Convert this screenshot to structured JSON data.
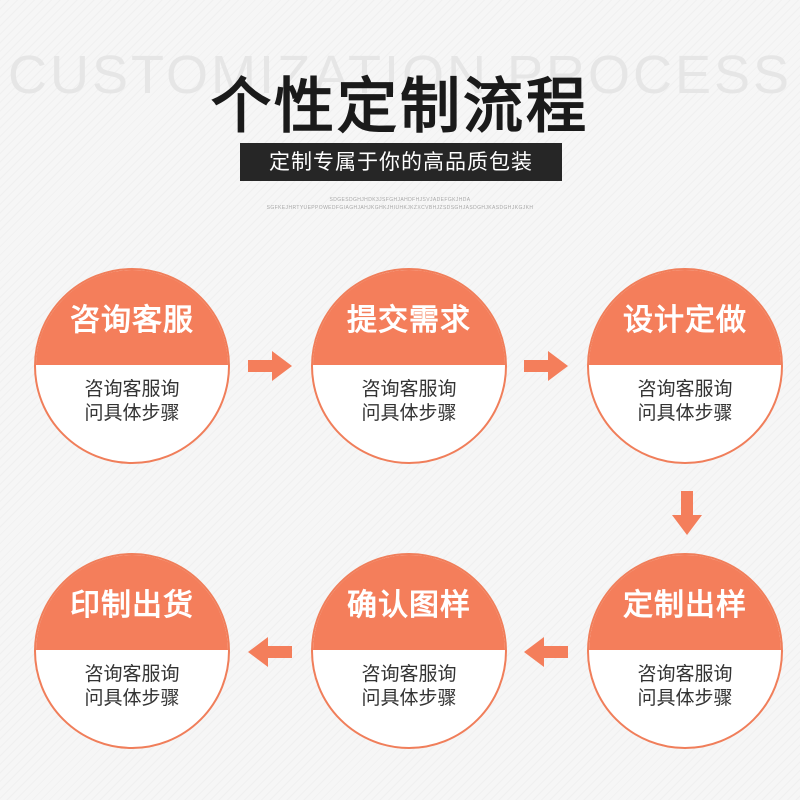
{
  "watermark": "CUSTOMIZATION PROCESS",
  "title": "个性定制流程",
  "subtitle": "定制专属于你的高品质包装",
  "deco_line_1": "SDGESDGHJHDK3JSFGHJAHDFHJSVJADEFGKJHDA",
  "deco_line_2": "SGFKEJHRTYUEPPOWEDFGIAGHJAHJKGHKJHIUHKJKZXCVBHJZSDSGHJASDGHJKASDGHJKGJKH",
  "colors": {
    "accent": "#f47e5b",
    "border": "#f07e5a",
    "title": "#1a1a1a",
    "bar": "#262626"
  },
  "steps": [
    {
      "title": "咨询客服",
      "desc_line1": "咨询客服询",
      "desc_line2": "问具体步骤"
    },
    {
      "title": "提交需求",
      "desc_line1": "咨询客服询",
      "desc_line2": "问具体步骤"
    },
    {
      "title": "设计定做",
      "desc_line1": "咨询客服询",
      "desc_line2": "问具体步骤"
    },
    {
      "title": "定制出样",
      "desc_line1": "咨询客服询",
      "desc_line2": "问具体步骤"
    },
    {
      "title": "确认图样",
      "desc_line1": "咨询客服询",
      "desc_line2": "问具体步骤"
    },
    {
      "title": "印制出货",
      "desc_line1": "咨询客服询",
      "desc_line2": "问具体步骤"
    }
  ]
}
